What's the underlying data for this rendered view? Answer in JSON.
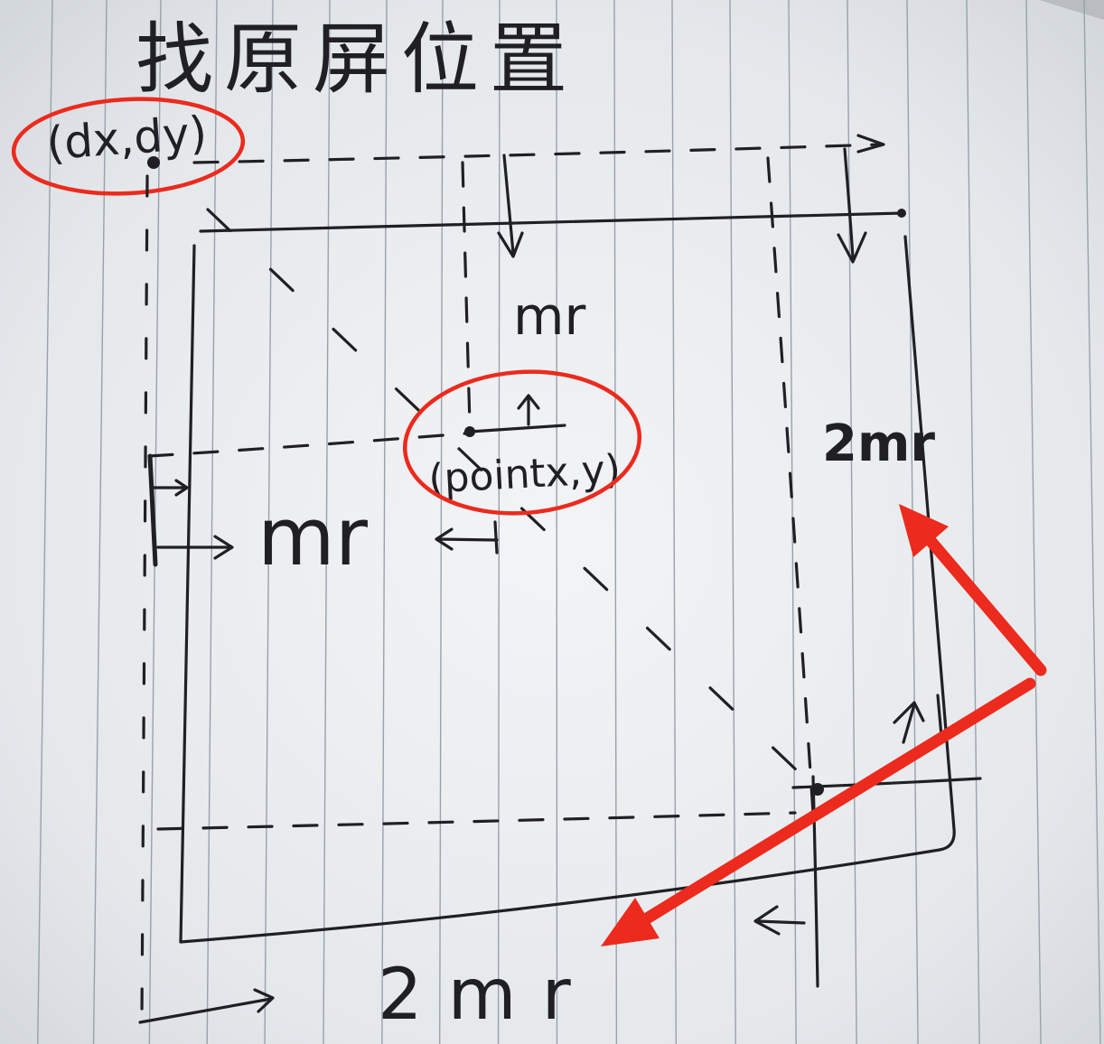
{
  "title": "找原屏位置",
  "labels": {
    "origin": "(dx,dy)",
    "top_mr": "mr",
    "point": "(pointx,y)",
    "left_mr": "mr",
    "right_2mr": "2mr",
    "bottom_2mr": "2mr"
  },
  "colors": {
    "ink": "#1f1f24",
    "annotation_red": "#ec2a1e",
    "paper": "#e7eaed",
    "rule_line": "#98a1ab"
  }
}
